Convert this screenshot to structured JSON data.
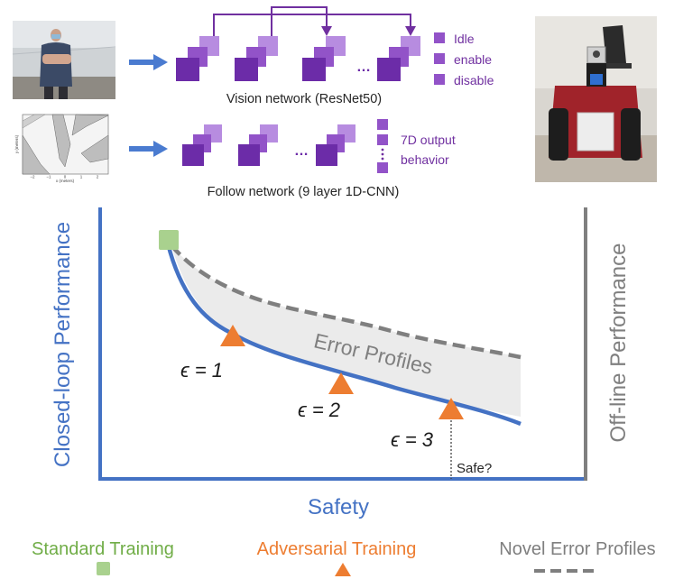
{
  "networks": {
    "vision": {
      "label": "Vision network (ResNet50)",
      "outputs": [
        "Idle",
        "enable",
        "disable"
      ],
      "ellipsis": "…"
    },
    "follow": {
      "label": "Follow network (9 layer 1D-CNN)",
      "outputs": [
        "7D output",
        "behavior"
      ],
      "ellipsis": "…"
    }
  },
  "plot_inset": {
    "xlabel": "x (meters)",
    "ylabel": "y (meters)",
    "xticks": [
      "−2",
      "−1",
      "0",
      "1",
      "2"
    ]
  },
  "axes": {
    "left_label": "Closed-loop Performance",
    "right_label": "Off-line Performance",
    "bottom_label": "Safety"
  },
  "annotations": {
    "error_profiles": "Error Profiles",
    "safe": "Safe?",
    "epsilon": [
      "ϵ = 1",
      "ϵ = 2",
      "ϵ = 3"
    ]
  },
  "legend": {
    "standard": "Standard Training",
    "adversarial": "Adversarial Training",
    "novel": "Novel Error Profiles"
  },
  "colors": {
    "purple_dark": "#6c2ca8",
    "purple_mid": "#9253c8",
    "purple_light": "#b78ce0",
    "arrow_blue": "#4a7bd0",
    "curve_blue": "#4472c4",
    "green": "#70ad47",
    "green_square": "#a9d18e",
    "orange": "#ed7d31",
    "gray": "#7f7f7f",
    "band_gray": "#ebebeb"
  }
}
